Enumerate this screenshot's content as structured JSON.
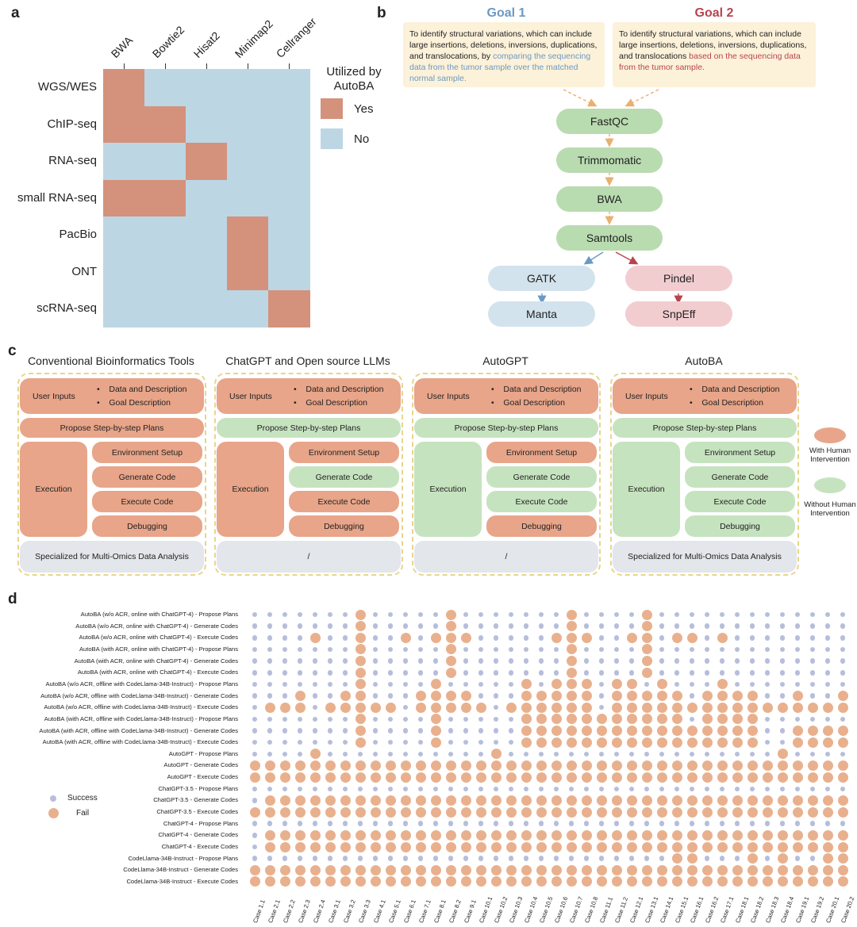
{
  "panel_a": {
    "letter": "a",
    "columns": [
      "BWA",
      "Bowtie2",
      "Hisat2",
      "Minimap2",
      "Cellranger"
    ],
    "rows": [
      "WGS/WES",
      "ChIP-seq",
      "RNA-seq",
      "small RNA-seq",
      "PacBio",
      "ONT",
      "scRNA-seq"
    ],
    "matrix": [
      [
        1,
        0,
        0,
        0,
        0
      ],
      [
        1,
        1,
        0,
        0,
        0
      ],
      [
        0,
        0,
        1,
        0,
        0
      ],
      [
        1,
        1,
        0,
        0,
        0
      ],
      [
        0,
        0,
        0,
        1,
        0
      ],
      [
        0,
        0,
        0,
        1,
        0
      ],
      [
        0,
        0,
        0,
        0,
        1
      ]
    ],
    "legend_title": "Utilized by AutoBA",
    "legend_yes": "Yes",
    "legend_no": "No",
    "colors": {
      "yes": "#d4927c",
      "no": "#bdd6e4"
    }
  },
  "panel_b": {
    "letter": "b",
    "goal1_title": "Goal 1",
    "goal2_title": "Goal 2",
    "goal1_text": "To identify structural variations, which can include large insertions, deletions, inversions, duplications, and translocations, by",
    "goal1_highlight": " comparing the sequencing data from the tumor sample over the matched normal sample.",
    "goal2_text": "To identify structural variations, which can include large insertions, deletions, inversions, duplications, and translocations",
    "goal2_highlight": " based on the sequencing data from the tumor sample.",
    "steps": [
      "FastQC",
      "Trimmomatic",
      "BWA",
      "Samtools"
    ],
    "left_branch": [
      "GATK",
      "Manta"
    ],
    "right_branch": [
      "Pindel",
      "SnpEff"
    ],
    "colors": {
      "goal1": "#6a9ac4",
      "goal2": "#b8444f"
    }
  },
  "panel_c": {
    "letter": "c",
    "columns": [
      {
        "title": "Conventional Bioinformatics Tools",
        "plans": "orange",
        "steps": [
          "orange",
          "orange",
          "orange",
          "orange"
        ],
        "exec": "orange",
        "user": "orange",
        "bottom": "Specialized for Multi-Omics Data Analysis"
      },
      {
        "title": "ChatGPT and Open source LLMs",
        "plans": "green",
        "steps": [
          "orange",
          "green",
          "orange",
          "orange"
        ],
        "exec": "orange",
        "user": "orange",
        "bottom": "/"
      },
      {
        "title": "AutoGPT",
        "plans": "green",
        "steps": [
          "orange",
          "green",
          "green",
          "orange"
        ],
        "exec": "green",
        "user": "orange",
        "bottom": "/"
      },
      {
        "title": "AutoBA",
        "plans": "green",
        "steps": [
          "green",
          "green",
          "green",
          "green"
        ],
        "exec": "green",
        "user": "orange",
        "bottom": "Specialized for Multi-Omics Data Analysis"
      }
    ],
    "user_inputs": "User Inputs",
    "bullet1": "Data and Description",
    "bullet2": "Goal Description",
    "plans_label": "Propose Step-by-step Plans",
    "execution": "Execution",
    "step_labels": [
      "Environment Setup",
      "Generate Code",
      "Execute Code",
      "Debugging"
    ],
    "legend_with": "With Human Intervention",
    "legend_without": "Without Human Intervention"
  },
  "panel_d": {
    "letter": "d",
    "legend_success": "Success",
    "legend_fail": "Fail",
    "rows": [
      "AutoBA (w/o ACR, online with ChatGPT-4) - Propose Plans",
      "AutoBA (w/o ACR, online with ChatGPT-4) - Generate Codes",
      "AutoBA (w/o ACR, online with ChatGPT-4) - Execute Codes",
      "AutoBA (with ACR, online with ChatGPT-4) - Propose Plans",
      "AutoBA (with ACR, online with ChatGPT-4) - Generate Codes",
      "AutoBA (with ACR, online with ChatGPT-4) - Execute Codes",
      "AutoBA (w/o ACR, offline with CodeLlama-34B-Instruct) - Propose Plans",
      "AutoBA (w/o ACR, offline with CodeLlama-34B-Instruct) - Generate Codes",
      "AutoBA (w/o ACR, offline with CodeLlama-34B-Instruct) - Execute Codes",
      "AutoBA (with ACR, offline with CodeLlama-34B-Instruct) - Propose Plans",
      "AutoBA (with ACR, offline with CodeLlama-34B-Instruct) - Generate Codes",
      "AutoBA (with ACR, offline with CodeLlama-34B-Instruct) - Execute Codes",
      "AutoGPT - Propose Plans",
      "AutoGPT - Generate Codes",
      "AutoGPT - Execute Codes",
      "ChatGPT-3.5 - Propose Plans",
      "ChatGPT-3.5 - Generate Codes",
      "ChatGPT-3.5 - Execute Codes",
      "ChatGPT-4 - Propose Plans",
      "ChatGPT-4 - Generate Codes",
      "ChatGPT-4 - Execute Codes",
      "CodeLlama-34B-Instruct - Propose Plans",
      "CodeLlama-34B-Instruct - Generate Codes",
      "CodeLlama-34B-Instruct - Execute Codes"
    ],
    "cases": [
      "Case 1.1",
      "Case 2.1",
      "Case 2.2",
      "Case 2.3",
      "Case 2.4",
      "Case 3.1",
      "Case 3.2",
      "Case 3.3",
      "Case 4.1",
      "Case 5.1",
      "Case 6.1",
      "Case 7.1",
      "Case 8.1",
      "Case 8.2",
      "Case 9.1",
      "Case 10.1",
      "Case 10.2",
      "Case 10.3",
      "Case 10.4",
      "Case 10.5",
      "Case 10.6",
      "Case 10.7",
      "Case 10.8",
      "Case 11.1",
      "Case 11.2",
      "Case 12.1",
      "Case 13.1",
      "Case 14.1",
      "Case 15.1",
      "Case 16.1",
      "Case 16.2",
      "Case 17.1",
      "Case 18.1",
      "Case 18.2",
      "Case 18.3",
      "Case 18.4",
      "Case 19.1",
      "Case 19.2",
      "Case 20.1",
      "Case 20.2"
    ],
    "fail_matrix": [
      "0000000100000100000001000010000000000000",
      "0000000100000100000001000010000000000000",
      "0000100100101110000011100110110100000000",
      "0000000100000100000001000010000000000000",
      "0000000100000100000001000010000000000000",
      "0000000100000100000001000010000000000000",
      "0000000100001000001011101101000100000000",
      "0001001100011110001111101111101111001001",
      "0111011111011111011111101111111111111111",
      "0000000100001000001111111111101111000000",
      "0000000100001000001111111111111111001111",
      "0000000100001000001111111111111111001111",
      "0000100000000000100000000000000000010000",
      "1111111111111111111111111111111111111111",
      "1111111111111111111111111111111111111111",
      "0000000000000000000000000000000000000000",
      "0111111111111111111111111111111111111111",
      "1111111111111111111111111111111111111111",
      "0000000000000000000000000000000000000000",
      "0111111111111111111111111111111111111111",
      "0111111111111111111111111111111111111111",
      "0000000000000000000000000000110001010011",
      "1111111111111111111111111111111111111111",
      "1111111111111111111111111111111111111111"
    ],
    "colors": {
      "success": "#b7bedb",
      "fail": "#e9b08e"
    }
  }
}
